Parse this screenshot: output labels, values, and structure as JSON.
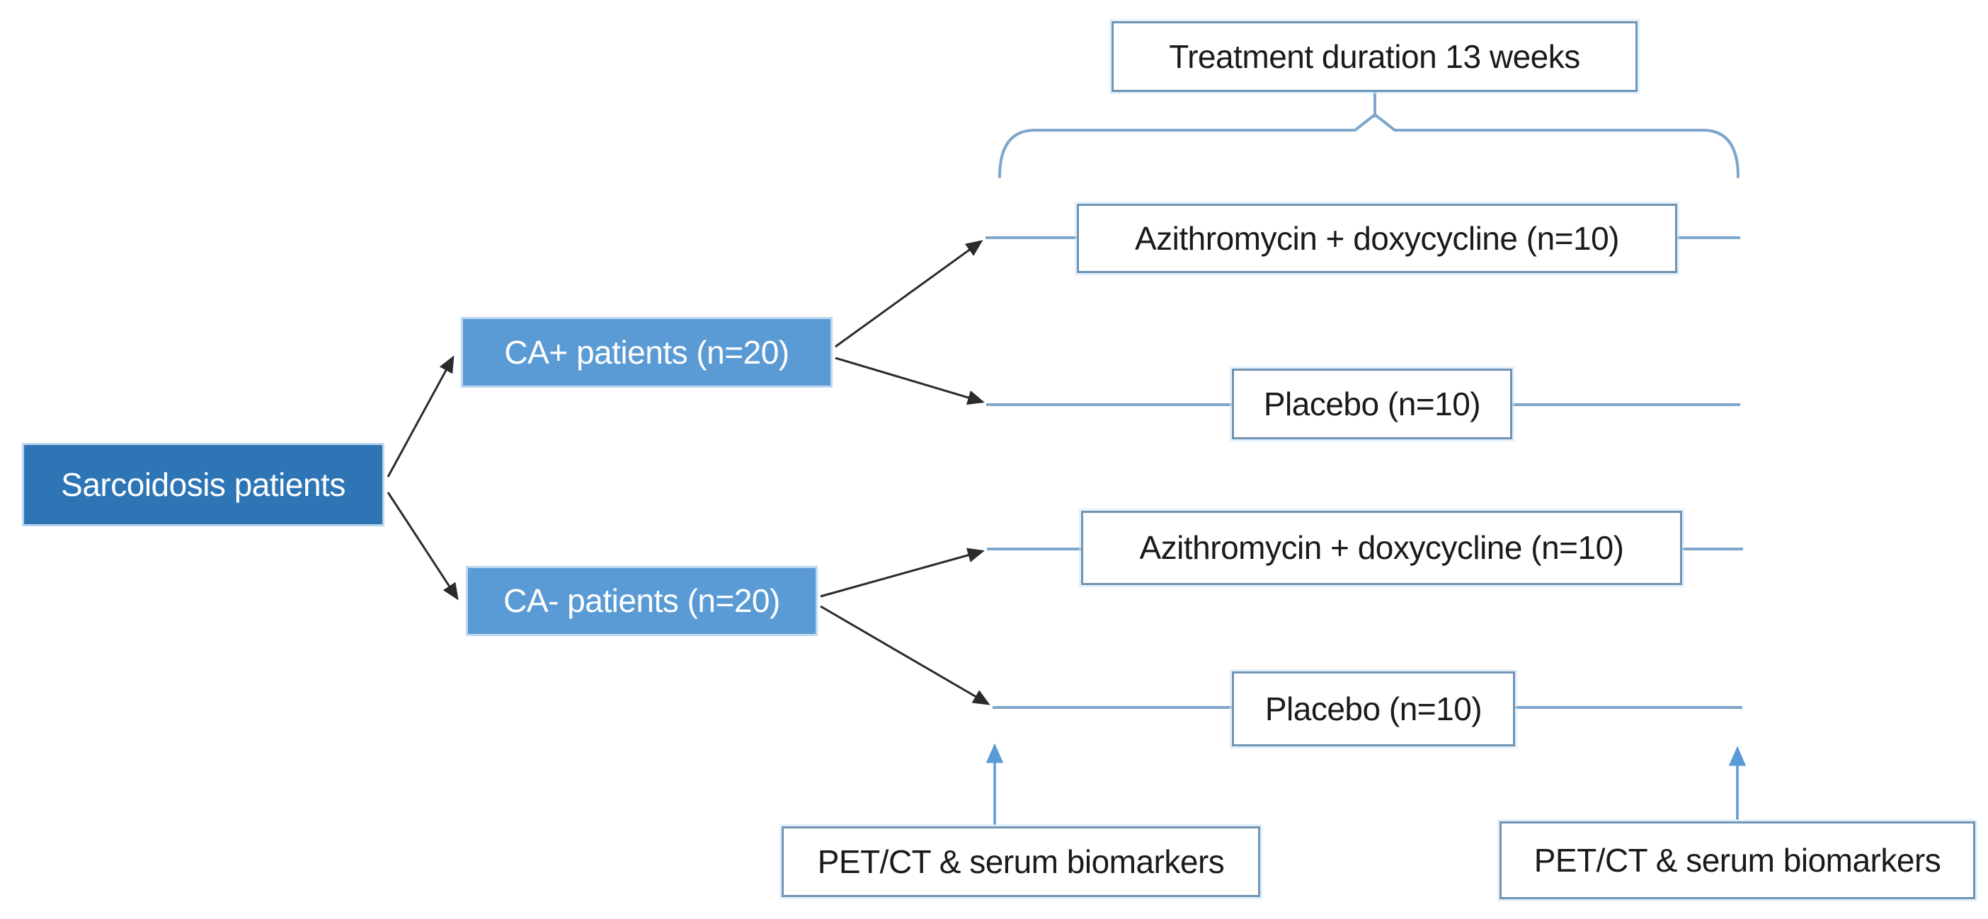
{
  "diagram": {
    "population_box": {
      "label": "Sarcoidosis patients"
    },
    "group_boxes": [
      {
        "label": "CA+ patients (n=20)"
      },
      {
        "label": "CA- patients (n=20)"
      }
    ],
    "arm_boxes": [
      {
        "label": "Azithromycin + doxycycline (n=10)"
      },
      {
        "label": "Placebo (n=10)"
      },
      {
        "label": "Azithromycin + doxycycline (n=10)"
      },
      {
        "label": "Placebo (n=10)"
      }
    ],
    "duration_box": {
      "label": "Treatment duration 13 weeks"
    },
    "assessment_boxes": [
      {
        "label": "PET/CT & serum biomarkers"
      },
      {
        "label": "PET/CT & serum biomarkers"
      }
    ],
    "colors": {
      "population-fill": "#2e75b6",
      "group-fill": "#5b9bd5",
      "blue-box-border": "#bdd7ee",
      "white-box-border": "#6f94b4",
      "line": "#7ea6cb",
      "black-arrow": "#2b2b2b",
      "blue-arrow": "#5b9bd5",
      "text-dark": "#1a1a1a",
      "text-light": "#ffffff"
    }
  }
}
